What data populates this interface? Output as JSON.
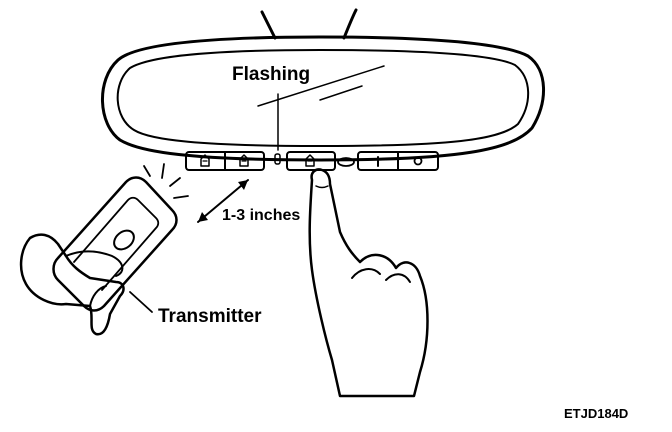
{
  "labels": {
    "flashing": "Flashing",
    "distance": "1-3 inches",
    "transmitter": "Transmitter",
    "figure_code": "ETJD184D"
  },
  "colors": {
    "ink": "#000000",
    "background": "#ffffff"
  },
  "icons": {
    "mirror": "rearview-mirror-icon",
    "button_house_1": "house-icon",
    "button_house_2": "house-icon",
    "button_house_3": "house-icon",
    "indicator_led": "led-icon",
    "button_i": "i-icon",
    "button_o": "circle-icon",
    "hand_finger": "pointing-hand-icon",
    "hand_transmitter": "hand-holding-transmitter-icon",
    "arrow": "double-arrow-icon"
  }
}
